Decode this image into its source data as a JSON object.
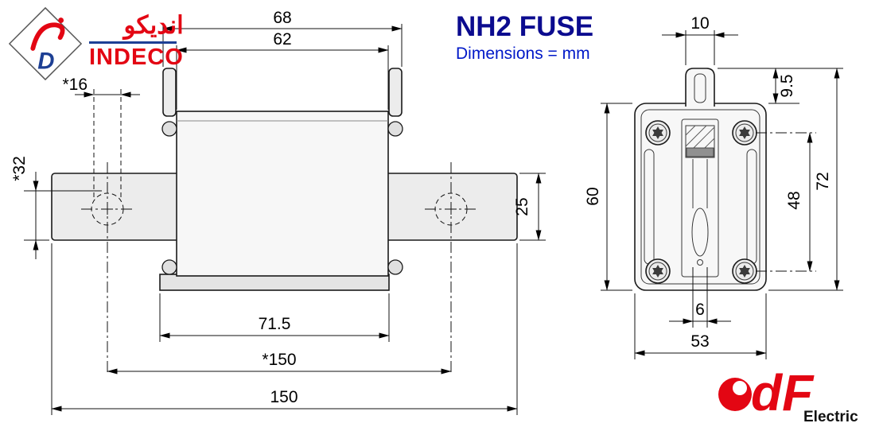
{
  "header": {
    "logo": {
      "arabic": "انديكو",
      "name": "INDECO",
      "emblem_letter": "D"
    },
    "title": "NH2 FUSE",
    "subtitle": "Dimensions = mm"
  },
  "front_view": {
    "dims": {
      "lug_span": "68",
      "body_width": "62",
      "hole_offset": "*16",
      "hole_height": "*32",
      "blade_width": "25",
      "base_width": "71.5",
      "hole_centers": "*150",
      "blade_span": "150"
    }
  },
  "side_view": {
    "dims": {
      "tab_width": "10",
      "tab_height": "9.5",
      "screw_centers": "48",
      "total_height": "72",
      "body_height": "60",
      "slot_width": "6",
      "body_width": "53"
    }
  },
  "footer": {
    "brand": "dF",
    "brand_sub": "Electric"
  },
  "colors": {
    "title_blue": "#0b0b8f",
    "subtitle_blue": "#0018c8",
    "brand_red": "#e30613",
    "brand_blue": "#1d3f94",
    "line": "#111111"
  }
}
